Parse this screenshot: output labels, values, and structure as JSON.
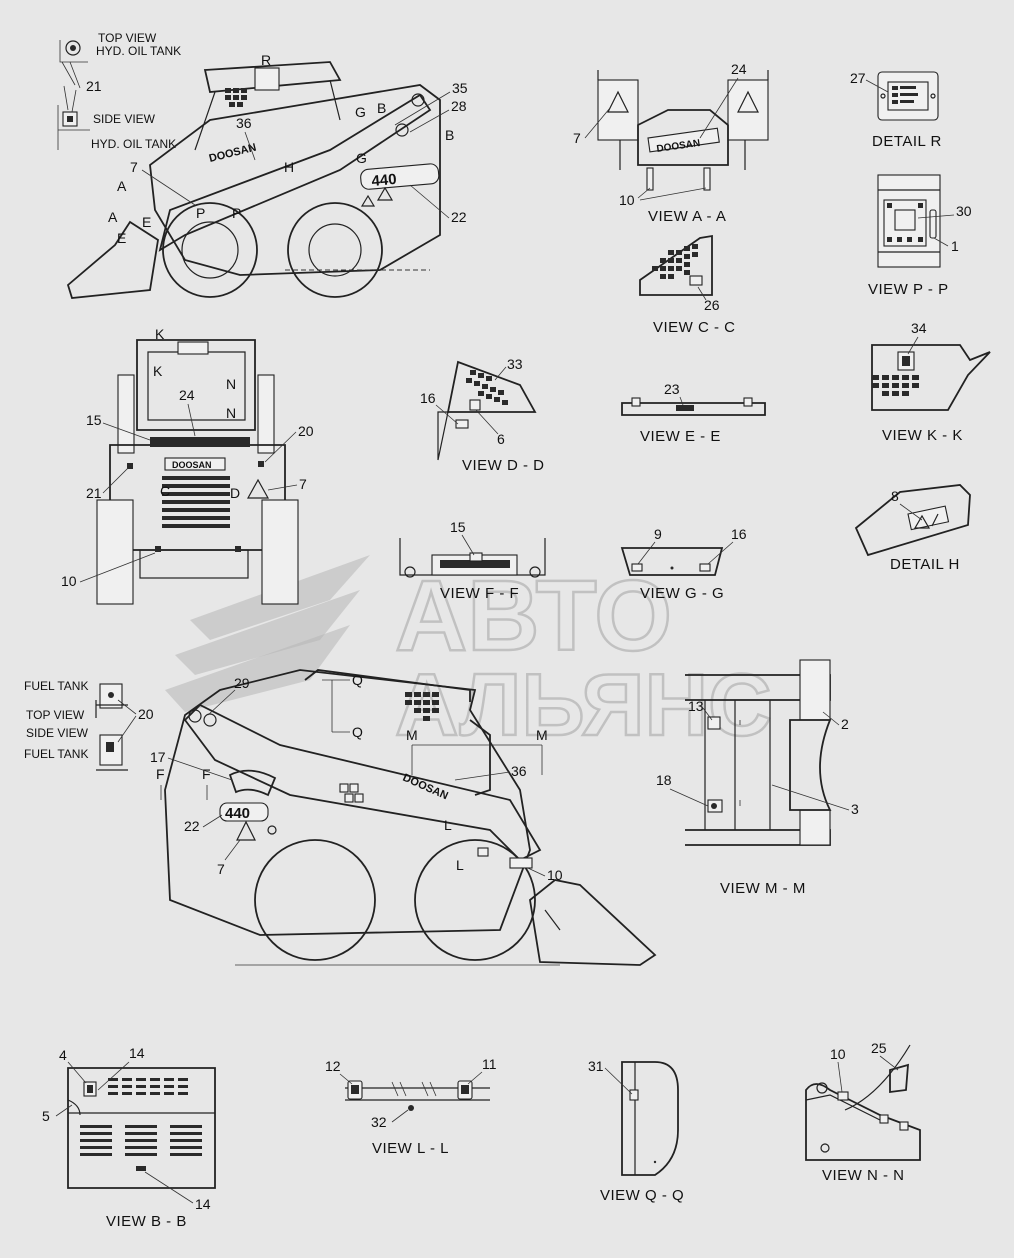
{
  "watermark": {
    "line1": "АВТО",
    "line2": "АЛЬЯНС"
  },
  "views": {
    "aa": "VIEW  A - A",
    "cc": "VIEW  C - C",
    "r": "DETAIL  R",
    "pp": "VIEW  P - P",
    "kk": "VIEW  K - K",
    "dd": "VIEW  D - D",
    "ee": "VIEW  E - E",
    "h": "DETAIL  H",
    "ff": "VIEW  F - F",
    "gg": "VIEW  G - G",
    "mm": "VIEW  M - M",
    "bb": "VIEW  B - B",
    "ll": "VIEW  L - L",
    "qq": "VIEW  Q - Q",
    "nn": "VIEW  N - N"
  },
  "notes": {
    "top_view": "TOP VIEW",
    "hyd_oil_tank_1": "HYD. OIL TANK",
    "side_view": "SIDE VIEW",
    "hyd_oil_tank_2": "HYD. OIL TANK",
    "fuel_tank_1": "FUEL TANK",
    "top_view_2": "TOP VIEW",
    "side_view_2": "SIDE VIEW",
    "fuel_tank_2": "FUEL TANK"
  },
  "brand": "DOOSAN",
  "model": "440",
  "callouts": {
    "c21a": "21",
    "c36a": "36",
    "c7a": "7",
    "c35": "35",
    "c28": "28",
    "c22a": "22",
    "c24a": "24",
    "c7b": "7",
    "c10a": "10",
    "c27": "27",
    "c30": "30",
    "c1": "1",
    "c26": "26",
    "c34": "34",
    "c33": "33",
    "c16a": "16",
    "c6": "6",
    "c23": "23",
    "c15a": "15",
    "c24b": "24",
    "c20a": "20",
    "c21b": "21",
    "c7c": "7",
    "c10b": "10",
    "c8": "8",
    "c15b": "15",
    "c9": "9",
    "c16b": "16",
    "c29": "29",
    "c20b": "20",
    "c17": "17",
    "c22b": "22",
    "c7d": "7",
    "c36b": "36",
    "c10c": "10",
    "c13": "13",
    "c2": "2",
    "c18": "18",
    "c3": "3",
    "c4": "4",
    "c14a": "14",
    "c5": "5",
    "c14b": "14",
    "c12": "12",
    "c11": "11",
    "c32": "32",
    "c31": "31",
    "c10d": "10",
    "c25": "25"
  },
  "markers": {
    "R": "R",
    "G1": "G",
    "G2": "G",
    "B1": "B",
    "B2": "B",
    "H": "H",
    "A1": "A",
    "A2": "A",
    "E1": "E",
    "E2": "E",
    "P1": "P",
    "P2": "P",
    "K1": "K",
    "K2": "K",
    "N1": "N",
    "N2": "N",
    "C1": "C",
    "D1": "D",
    "Q1": "Q",
    "Q2": "Q",
    "M1": "M",
    "M2": "M",
    "F1": "F",
    "F2": "F",
    "L1": "L",
    "L2": "L"
  }
}
